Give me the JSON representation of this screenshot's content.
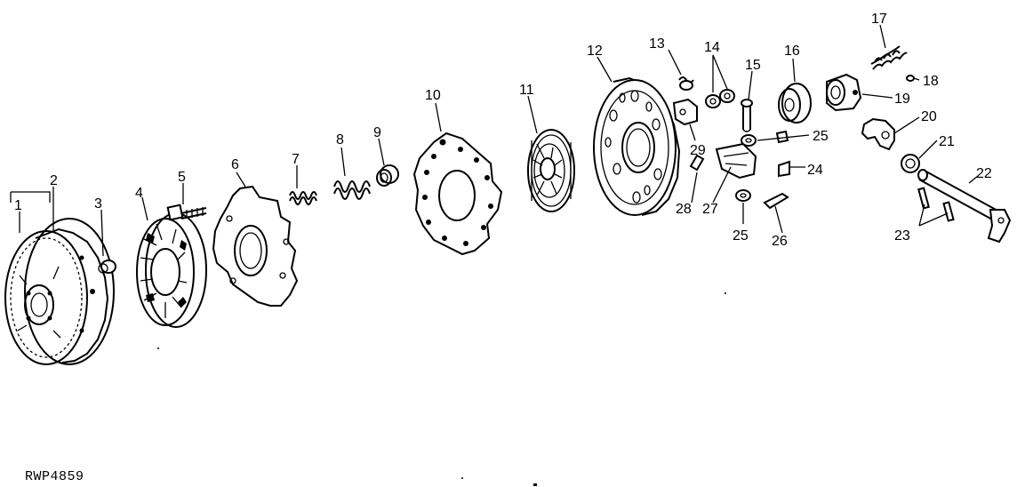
{
  "diagram": {
    "figure_code": "RWP4859",
    "callouts": [
      "1",
      "2",
      "3",
      "4",
      "5",
      "6",
      "7",
      "8",
      "9",
      "10",
      "11",
      "12",
      "13",
      "14",
      "15",
      "16",
      "17",
      "18",
      "19",
      "20",
      "21",
      "22",
      "23",
      "24",
      "25",
      "25",
      "26",
      "27",
      "28",
      "29"
    ]
  }
}
